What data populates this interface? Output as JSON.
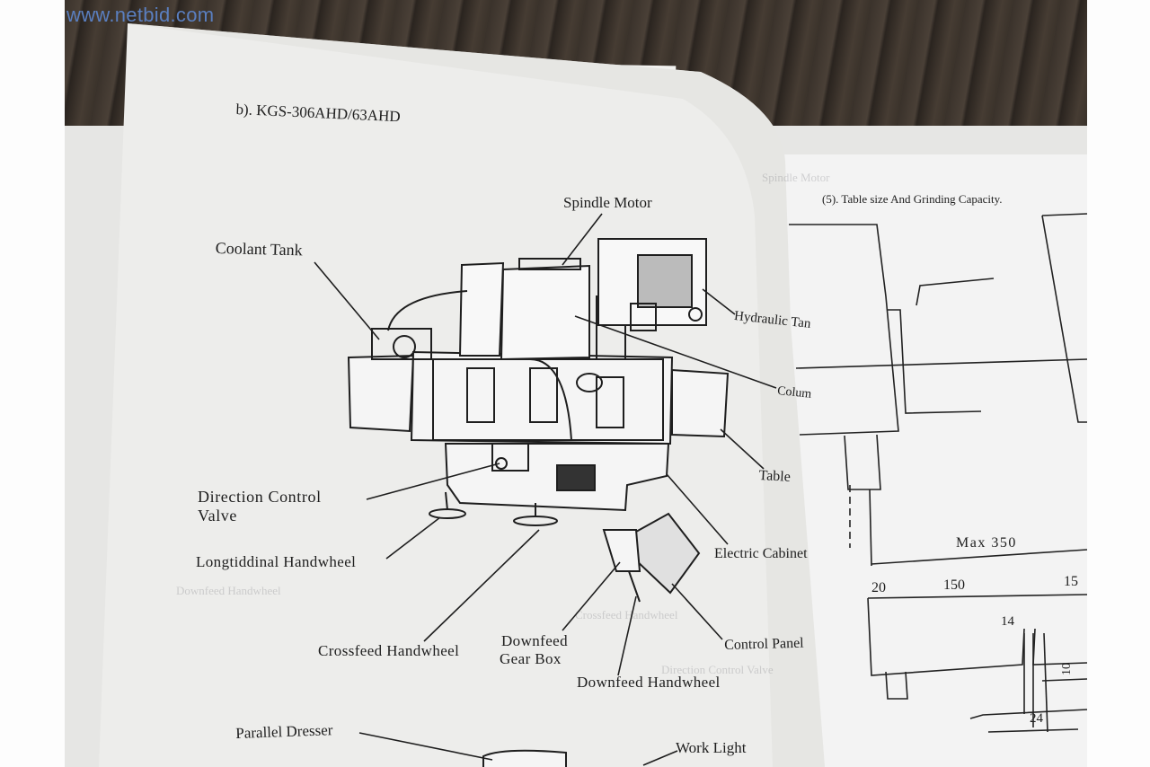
{
  "watermark": "www.netbid.com",
  "left_page": {
    "heading": "b). KGS-306AHD/63AHD",
    "labels": {
      "spindle_motor": "Spindle Motor",
      "coolant_tank": "Coolant Tank",
      "hydraulic_tank": "Hydraulic Tan",
      "column": "Colum",
      "table": "Table",
      "direction_control_valve_1": "Direction Control",
      "direction_control_valve_2": "Valve",
      "longitudinal_handwheel": "Longtiddinal Handwheel",
      "electric_cabinet": "Electric Cabinet",
      "crossfeed_handwheel": "Crossfeed Handwheel",
      "downfeed_gear_box_1": "Downfeed",
      "downfeed_gear_box_2": "Gear Box",
      "control_panel": "Control Panel",
      "downfeed_handwheel": "Downfeed Handwheel",
      "parallel_dresser": "Parallel Dresser",
      "work_light": "Work Light"
    }
  },
  "right_page": {
    "heading": "(5). Table size And Grinding Capacity.",
    "dim_max": "Max 350",
    "dim_20": "20",
    "dim_150a": "150",
    "dim_150b": "15",
    "dim_14": "14",
    "dim_10": "10",
    "dim_24": "24"
  }
}
